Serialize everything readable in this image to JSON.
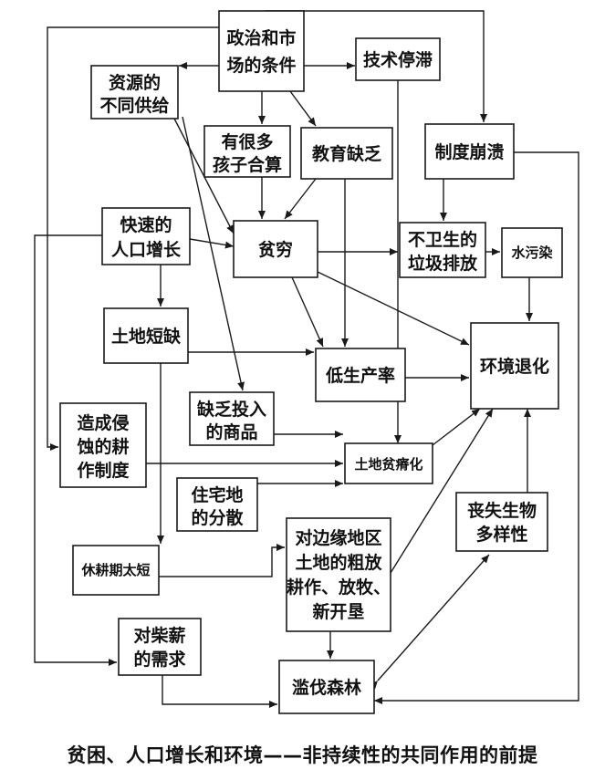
{
  "nodes": {
    "politics_market": [
      "政治和市",
      "场的条件"
    ],
    "tech_stagnation": [
      "技术停滞"
    ],
    "resource_supply": [
      "资源的",
      "不同供给"
    ],
    "many_children": [
      "有很多",
      "孩子合算"
    ],
    "lack_education": [
      "教育缺乏"
    ],
    "institution_collapse": [
      "制度崩溃"
    ],
    "rapid_population": [
      "快速的",
      "人口增长"
    ],
    "poverty": [
      "贫穷"
    ],
    "unsanitary_waste": [
      "不卫生的",
      "垃圾排放"
    ],
    "water_pollution": [
      "水污染"
    ],
    "land_shortage": [
      "土地短缺"
    ],
    "low_productivity": [
      "低生产率"
    ],
    "env_degradation": [
      "环境退化"
    ],
    "lack_inputs": [
      "缺乏投入",
      "的商品"
    ],
    "erosive_farming": [
      "造成侵",
      "蚀的耕",
      "作制度"
    ],
    "soil_infertility": [
      "土地贫瘠化"
    ],
    "scattered_housing": [
      "住宅地",
      "的分散"
    ],
    "biodiversity_loss": [
      "丧失生物",
      "多样性"
    ],
    "marginal_land": [
      "对边缘地区",
      "土地的粗放",
      "耕作、放牧、",
      "新开垦"
    ],
    "short_fallow": [
      "休耕期太短"
    ],
    "firewood_demand": [
      "对柴薪",
      "的需求"
    ],
    "deforestation": [
      "滥伐森林"
    ]
  },
  "caption": "贫困、人口增长和环境——非持续性的共同作用的前提"
}
